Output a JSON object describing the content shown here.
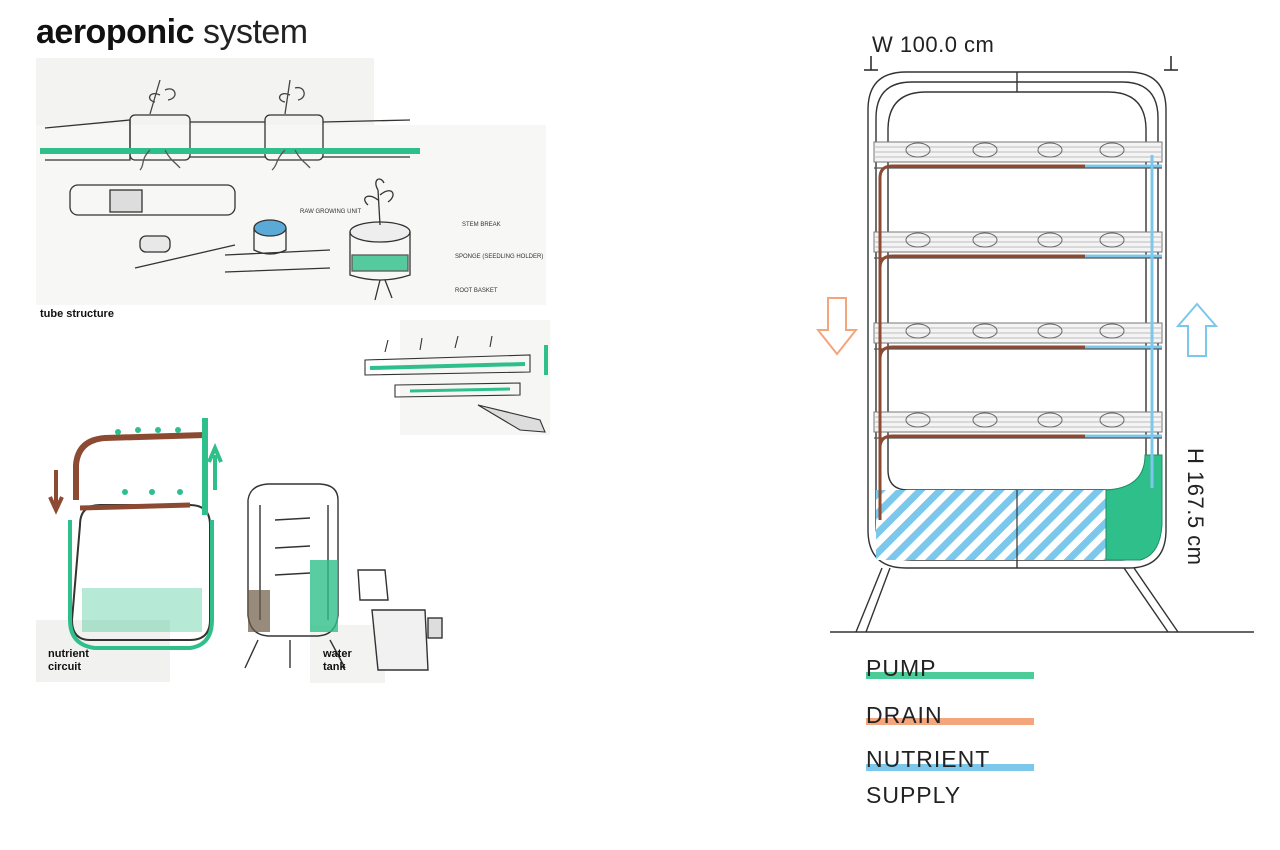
{
  "title": {
    "bold": "aeroponic",
    "light": "system"
  },
  "sketch_labels": {
    "tube_structure": "tube structure",
    "nutrient_circuit": "nutrient circuit",
    "water_tank": "water tank"
  },
  "sketch_notes": {
    "stem_break": "STEM BREAK",
    "sponge": "SPONGE (SEEDLING HOLDER)",
    "root_basket": "ROOT BASKET",
    "raw_growing_unit": "RAW GROWING UNIT"
  },
  "dimensions": {
    "width": "W 100.0 cm",
    "height": "H 167.5 cm"
  },
  "legend": {
    "pump": "PUMP",
    "drain": "DRAIN",
    "nutrient_line1": "NUTRIENT",
    "nutrient_line2": "SUPPLY"
  },
  "colors": {
    "pump": "#4ccc99",
    "drain": "#f4a57c",
    "nutrient": "#7cc8ec",
    "brown_pipe": "#8c4a33",
    "green_sketch": "#2fbf8a"
  }
}
